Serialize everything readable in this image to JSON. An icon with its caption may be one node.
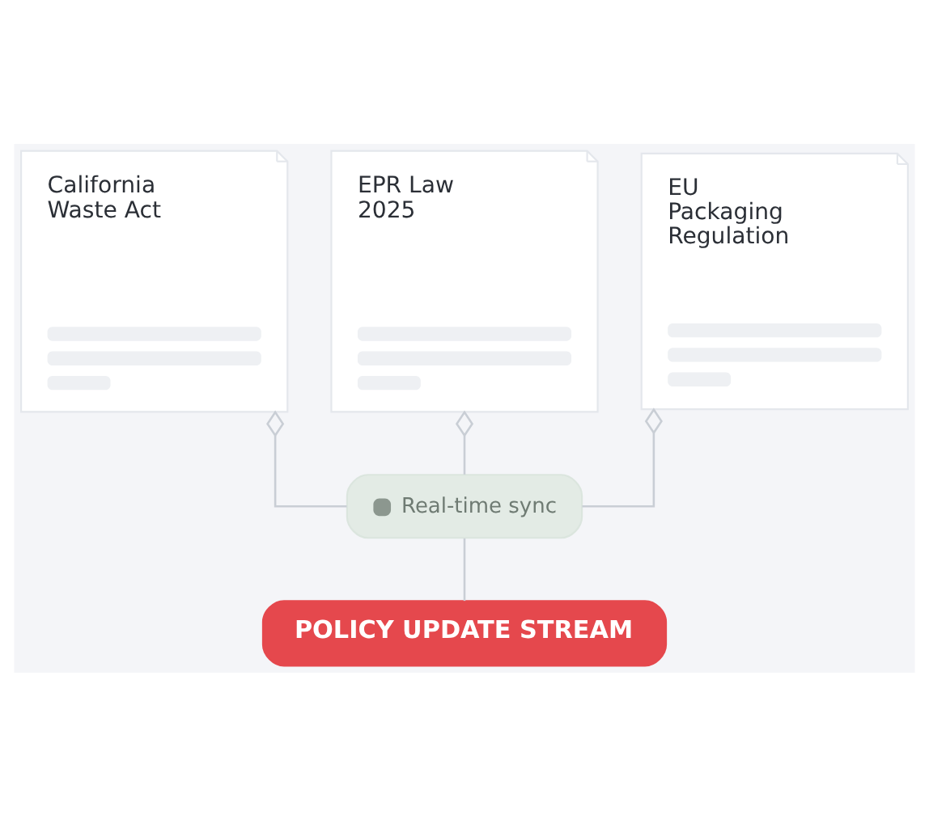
{
  "diagram": {
    "nodes": [
      {
        "text": [
          "California Waste Act"
        ]
      },
      {
        "text": [
          "EPR Law 2025"
        ]
      },
      {
        "text": [
          "EU Packaging Regulation"
        ]
      },
      {
        "text": [
          "Real-time sync"
        ]
      },
      {
        "text": [
          "POLICY UPDATE STREAM"
        ]
      }
    ],
    "edges": [
      {
        "from": 0,
        "to": 3,
        "arrow": "other"
      },
      {
        "from": 1,
        "to": 3,
        "arrow": "other"
      },
      {
        "from": 2,
        "to": 3,
        "arrow": "other"
      },
      {
        "from": 3,
        "to": 4,
        "arrow": "none"
      }
    ]
  }
}
